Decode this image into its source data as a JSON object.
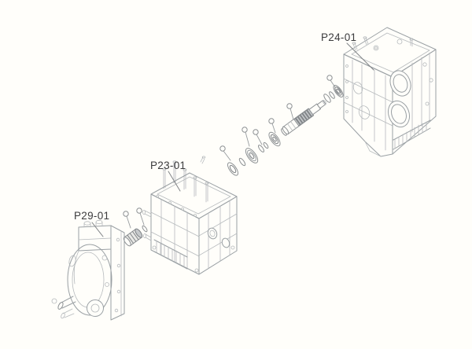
{
  "page": {
    "background_color": "#fffefa",
    "kind": "exploded-parts-diagram"
  },
  "diagram": {
    "line_color": "#9aa0a4",
    "dark_line_color": "#7e8286",
    "label_color": "#3b3b3d",
    "labels": {
      "p24": "P24-01",
      "p23": "P23-01",
      "p29": "P29-01"
    },
    "parts": [
      {
        "id": "p24",
        "name": "rear-gearbox-housing",
        "label": "P24-01"
      },
      {
        "id": "p23",
        "name": "center-transmission-case",
        "label": "P23-01"
      },
      {
        "id": "p29",
        "name": "front-cover-housing",
        "label": "P29-01"
      },
      {
        "name": "splined-drive-shaft"
      },
      {
        "name": "bearing-and-washer-set"
      },
      {
        "name": "spacer-collar"
      },
      {
        "name": "snap-ring"
      }
    ],
    "callout_balloons": {
      "count": 8
    }
  }
}
